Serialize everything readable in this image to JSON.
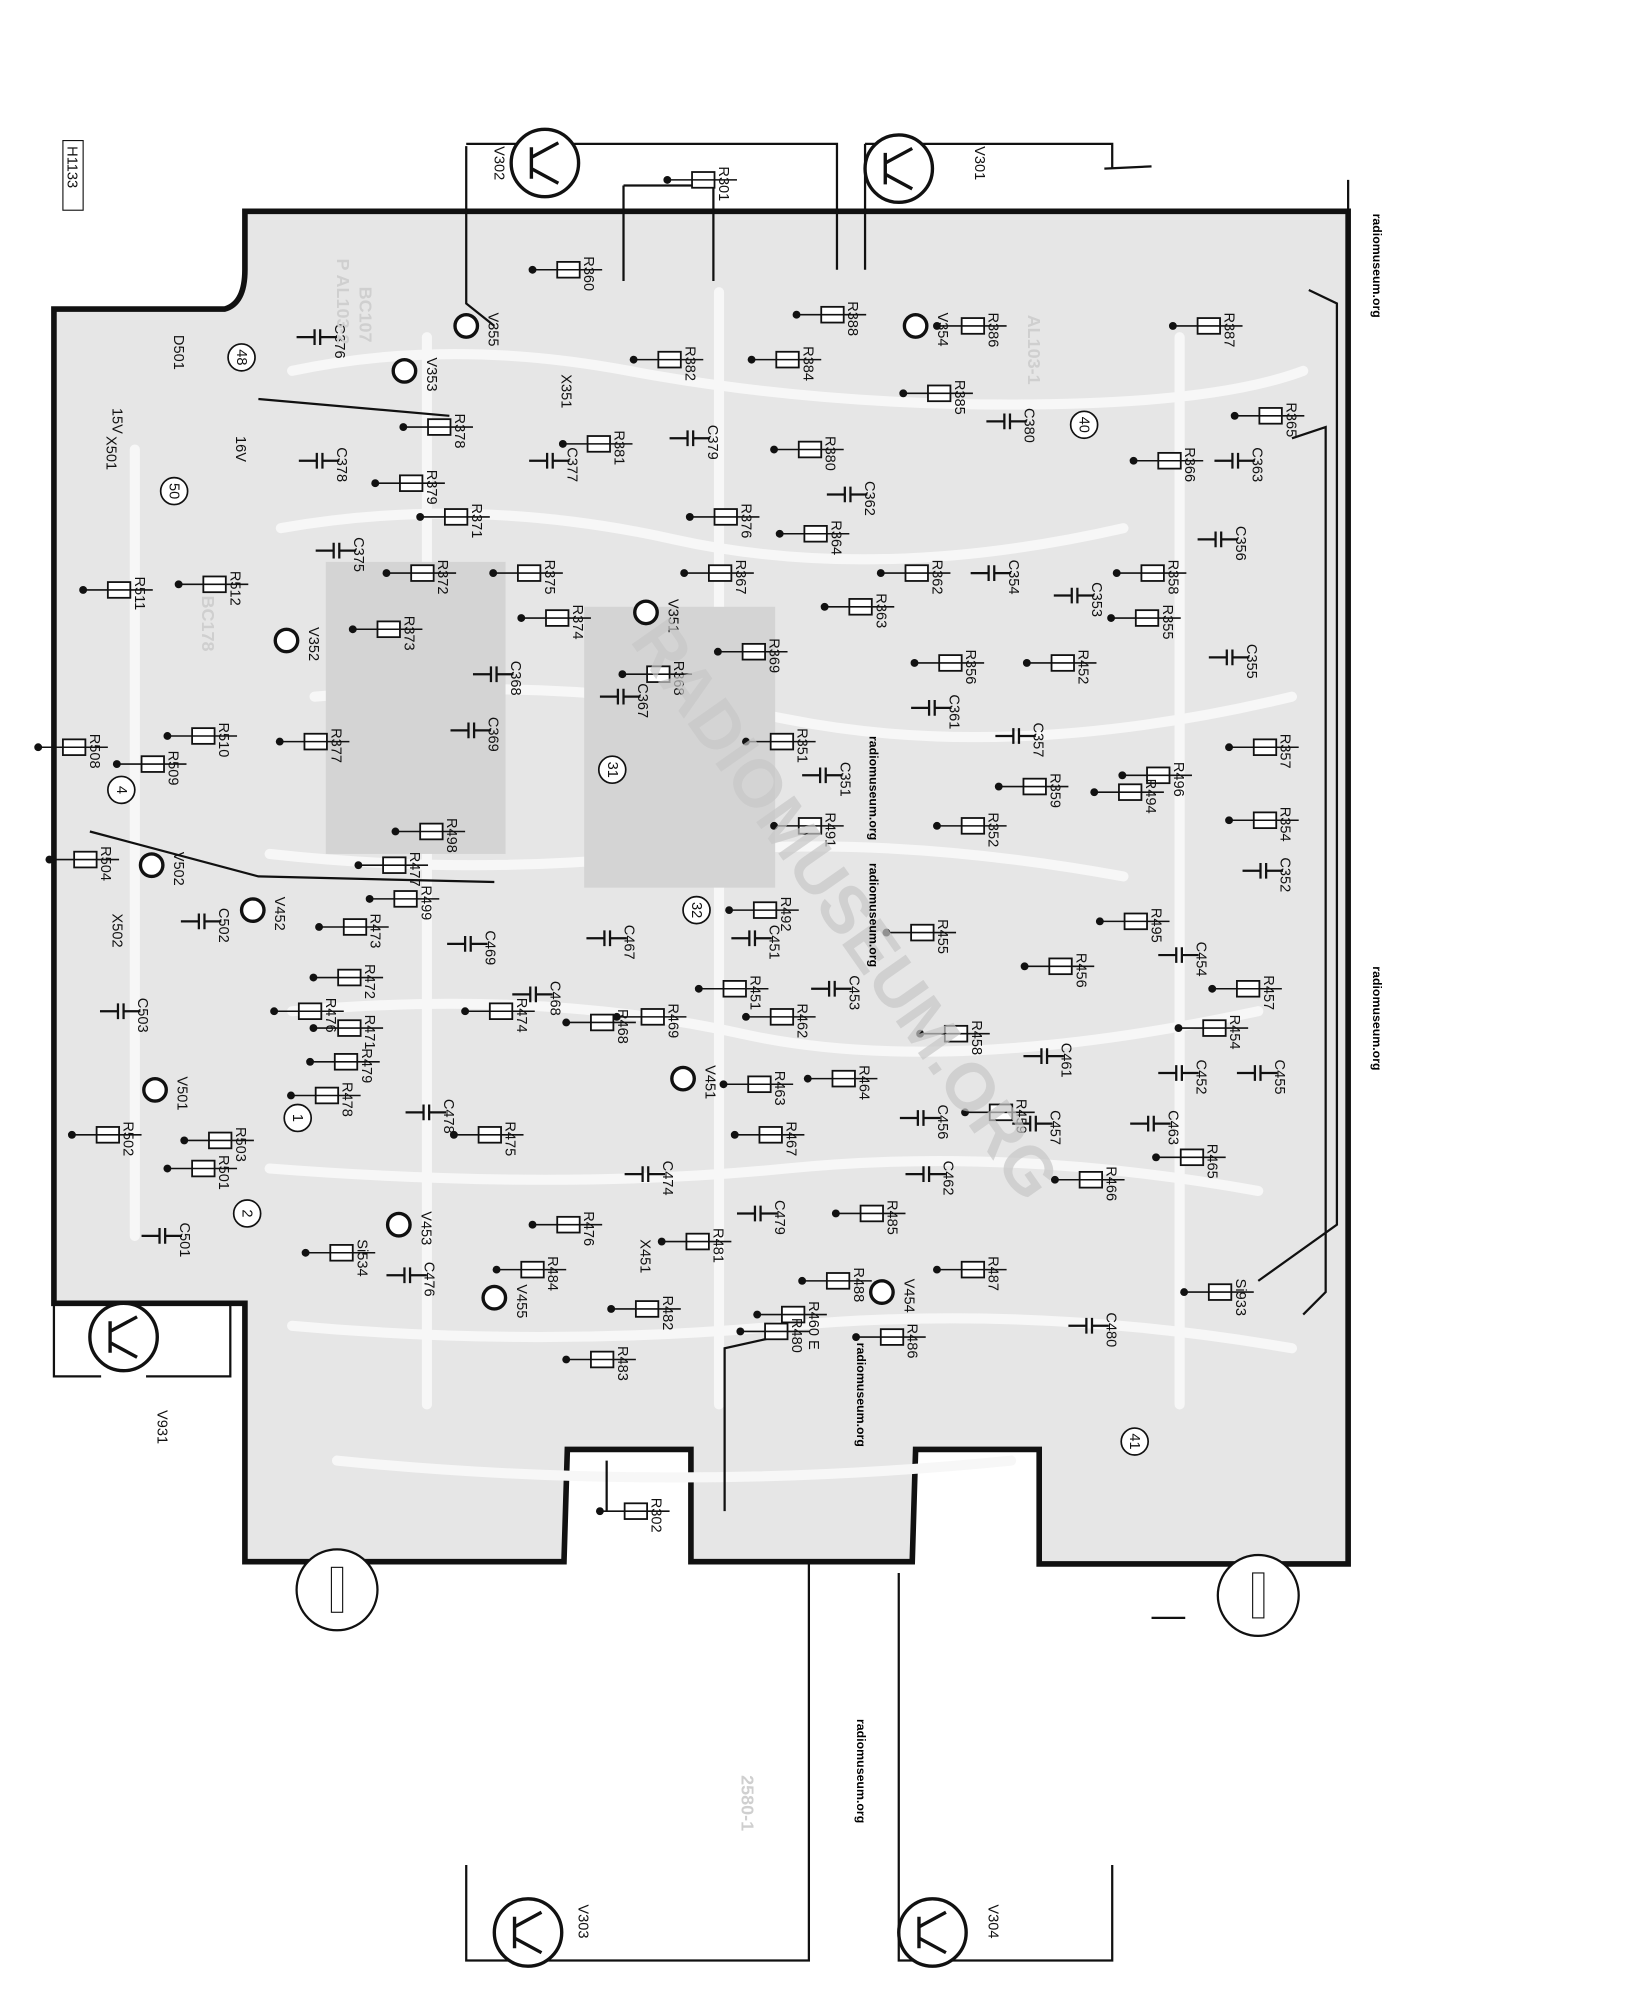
{
  "doc_id": "H1133",
  "transistors": [
    "V302",
    "V301",
    "V303",
    "V304",
    "V931"
  ],
  "components": [
    "R301",
    "R360",
    "V355",
    "R388",
    "V354",
    "R386",
    "R387",
    "R382",
    "X351",
    "R384",
    "R385",
    "C380",
    "R365",
    "C376",
    "V353",
    "D501",
    "15V",
    "16V",
    "X501",
    "R378",
    "C378",
    "R379",
    "C377",
    "R381",
    "C379",
    "R380",
    "R366",
    "C363",
    "R371",
    "C362",
    "C375",
    "R376",
    "R364",
    "C356",
    "R372",
    "R375",
    "R367",
    "R362",
    "C354",
    "C353",
    "R358",
    "R511",
    "R512",
    "V352",
    "R373",
    "R374",
    "V351",
    "R363",
    "R355",
    "R452",
    "C355",
    "C368",
    "R368",
    "R369",
    "R356",
    "C367",
    "C361",
    "C369",
    "R377",
    "R508",
    "R509",
    "R510",
    "R351",
    "C357",
    "R357",
    "C351",
    "R359",
    "R496",
    "R498",
    "R491",
    "R494",
    "R352",
    "R354",
    "C352",
    "R504",
    "V502",
    "R477",
    "R499",
    "V452",
    "C502",
    "X502",
    "R473",
    "C469",
    "C467",
    "R492",
    "C451",
    "R455",
    "R456",
    "R495",
    "C454",
    "R472",
    "R451",
    "C453",
    "R457",
    "R476",
    "C503",
    "R474",
    "C468",
    "R468",
    "R469",
    "R462",
    "R458",
    "C461",
    "R454",
    "R471",
    "R479",
    "C452",
    "C455",
    "R478",
    "V451",
    "R463",
    "R464",
    "V501",
    "C478",
    "C456",
    "R459",
    "C457",
    "C463",
    "R502",
    "R503",
    "R475",
    "R467",
    "R465",
    "R501",
    "C474",
    "C462",
    "R466",
    "V453",
    "C479",
    "R485",
    "R481",
    "X451",
    "R476",
    "Si534",
    "C501",
    "C476",
    "R484",
    "R488",
    "R487",
    "Si933",
    "V455",
    "R482",
    "R460 E",
    "V454",
    "R486",
    "C480",
    "R483",
    "R480",
    "R302"
  ],
  "test_points": [
    "48",
    "40",
    "50",
    "31",
    "4",
    "32",
    "1",
    "2",
    "41"
  ],
  "silkscreen": [
    "P AL103-2",
    "BC107",
    "AL103-1",
    "BC178",
    "2580-1"
  ],
  "watermark_small": "radiomuseum.org",
  "watermark_large": "RADIOMUSEUM.ORG"
}
